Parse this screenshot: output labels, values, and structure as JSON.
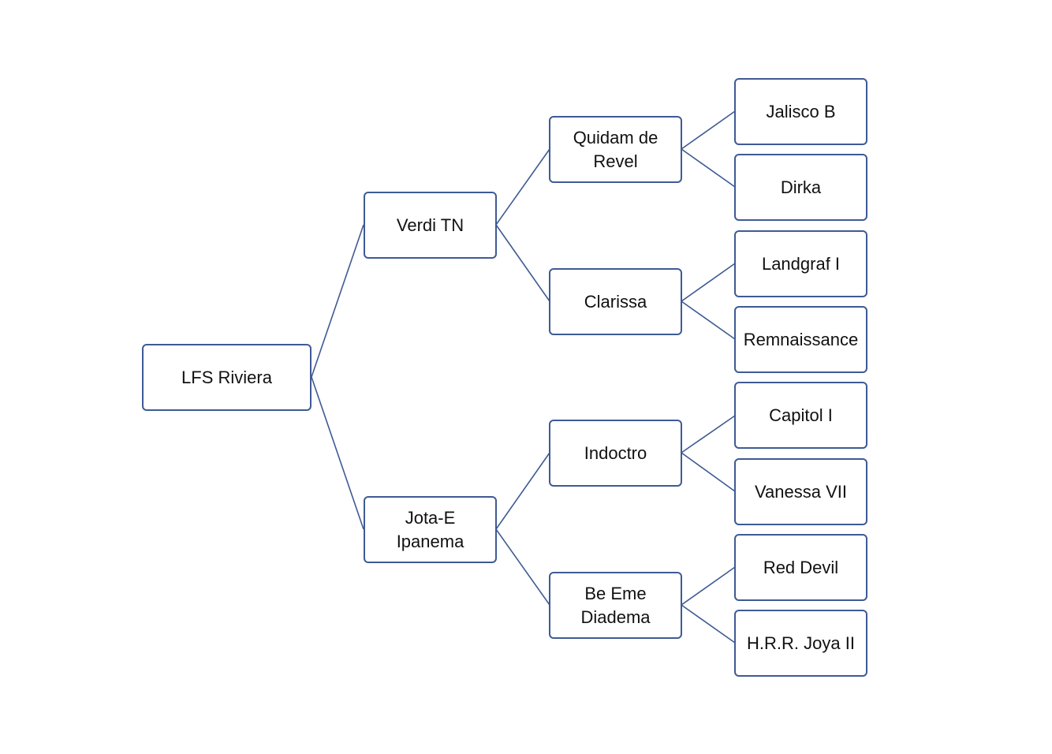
{
  "pedigree": {
    "root": {
      "label": "LFS Riviera"
    },
    "parents": {
      "sire": {
        "label": "Verdi TN"
      },
      "dam": {
        "label": "Jota-E\nIpanema"
      }
    },
    "grandparents": {
      "sire_sire": {
        "label": "Quidam de\nRevel"
      },
      "sire_dam": {
        "label": "Clarissa"
      },
      "dam_sire": {
        "label": "Indoctro"
      },
      "dam_dam": {
        "label": "Be Eme\nDiadema"
      }
    },
    "great_grandparents": {
      "g1": {
        "label": "Jalisco B"
      },
      "g2": {
        "label": "Dirka"
      },
      "g3": {
        "label": "Landgraf I"
      },
      "g4": {
        "label": "Remnaissance"
      },
      "g5": {
        "label": "Capitol I"
      },
      "g6": {
        "label": "Vanessa VII"
      },
      "g7": {
        "label": "Red Devil"
      },
      "g8": {
        "label": "H.R.R. Joya II"
      }
    },
    "colors": {
      "border": "#3f5a94",
      "connector": "#3f5a94",
      "text": "#111111"
    }
  }
}
